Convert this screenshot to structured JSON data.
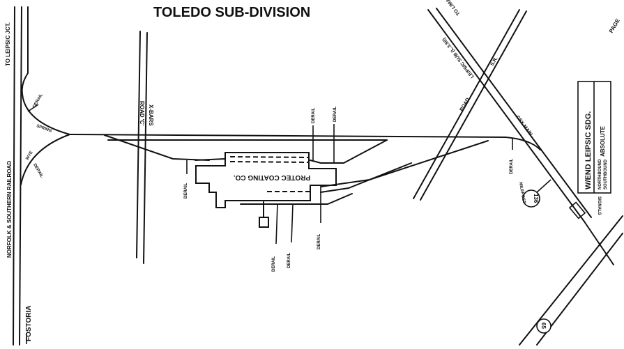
{
  "title": "TOLEDO SUB-DIVISION",
  "page_label": "PAGE",
  "labels": {
    "to_leipsic_jct": "TO LEIPSIC JCT.",
    "ns_railroad": "NORFOLK & SOUTHERN RAILROAD",
    "fostoria": "FOSTORIA",
    "road_c": "ROAD 'C'",
    "x_bars": "X-BARS",
    "derail": "DERAIL",
    "spring": "SPRING",
    "wye": "WYE",
    "building": "PROTEC COATING CO.",
    "leipsic_sub": "LEIPSIC SUB (L.3.50)",
    "to_lima": "TO LIMA",
    "road_a": "ROAD",
    "road_b": "S.R.",
    "csx_main": "CSX MAIN",
    "milepost": "MILEPOST",
    "milepost_number": "136",
    "route_number": "65",
    "signals": "SIGNALS"
  },
  "siding_box": {
    "name": "W/END LEIPSIC SDG.",
    "line1": "NORTHBOUND",
    "line2": "SOUTHBOUND",
    "rule": "ABSOLUTE"
  }
}
